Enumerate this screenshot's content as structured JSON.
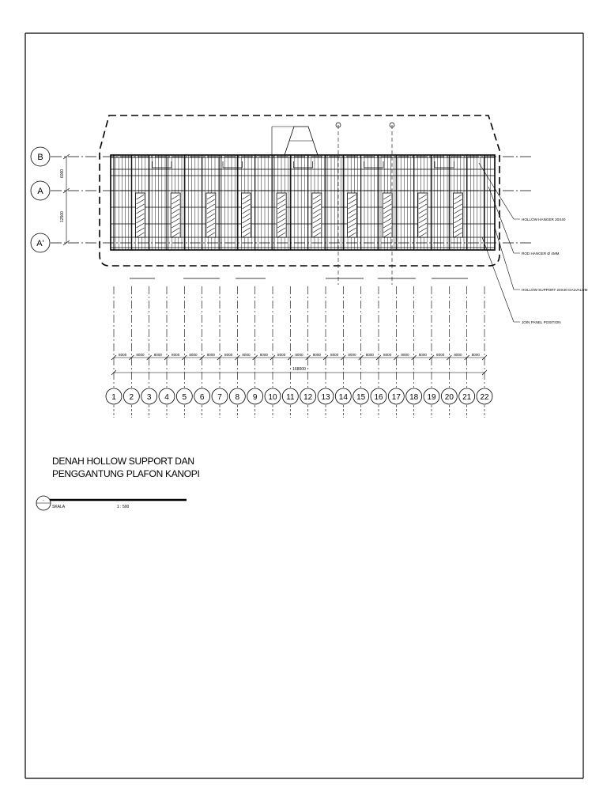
{
  "drawing": {
    "title_line1": "DENAH HOLLOW SUPPORT DAN",
    "title_line2": "PENGGANTUNG PLAFON KANOPI",
    "scale_label": "SKALA",
    "scale_value": "1 : 500",
    "section_mark": "-"
  },
  "row_axes": [
    "B",
    "A",
    "A'"
  ],
  "row_dims": [
    "6000",
    "12500"
  ],
  "column_axes": [
    "1",
    "2",
    "3",
    "4",
    "5",
    "6",
    "7",
    "8",
    "9",
    "10",
    "11",
    "12",
    "13",
    "14",
    "15",
    "16",
    "17",
    "18",
    "19",
    "20",
    "21",
    "22"
  ],
  "column_dims": [
    "8000",
    "8000",
    "8000",
    "8000",
    "8000",
    "8000",
    "8000",
    "8000",
    "8000",
    "8000",
    "8000",
    "8000",
    "8000",
    "8000",
    "8000",
    "8000",
    "8000",
    "8000",
    "8000",
    "8000",
    "8000"
  ],
  "total_dim": "168000",
  "callouts": [
    "HOLLOW HANGER 20X40",
    "ROD HANGER Ø 4MM",
    "HOLLOW SUPPORT 20X40 GALVALUM",
    "JOIN PANEL POSITION"
  ],
  "colors": {
    "line": "#000000",
    "paper": "#ffffff"
  }
}
